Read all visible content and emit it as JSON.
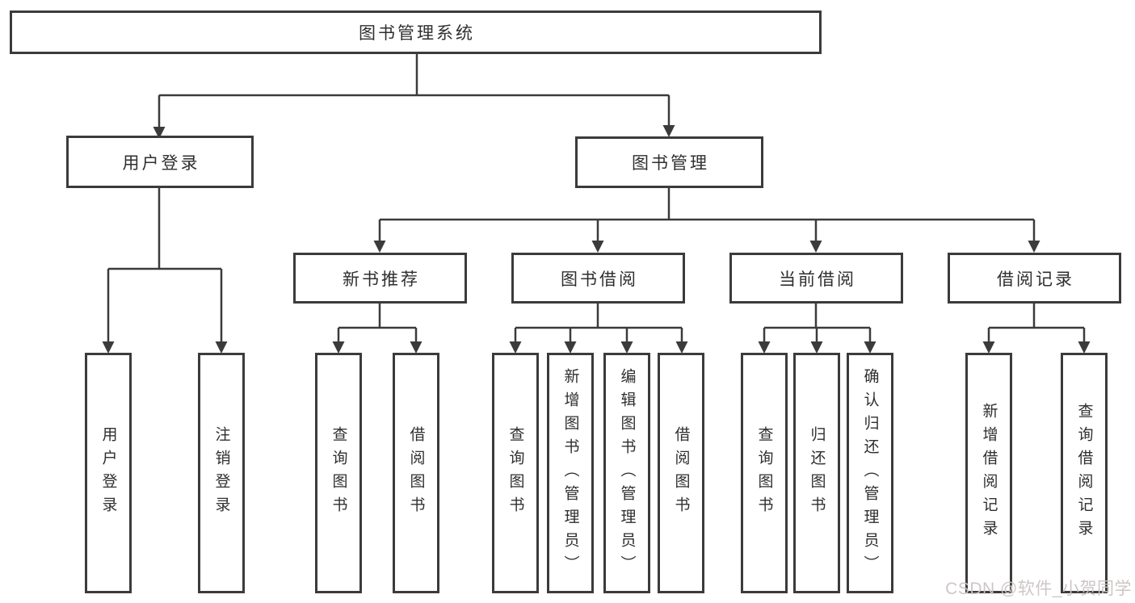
{
  "diagram": {
    "title": "图书管理系统",
    "root": {
      "label": "图书管理系统"
    },
    "level2": [
      {
        "label": "用户登录"
      },
      {
        "label": "图书管理"
      }
    ],
    "level3": [
      {
        "label": "新书推荐"
      },
      {
        "label": "图书借阅"
      },
      {
        "label": "当前借阅"
      },
      {
        "label": "借阅记录"
      }
    ],
    "leaves": [
      {
        "label": "用户登录",
        "parent": "用户登录"
      },
      {
        "label": "注销登录",
        "parent": "用户登录"
      },
      {
        "label": "查询图书",
        "parent": "新书推荐"
      },
      {
        "label": "借阅图书",
        "parent": "新书推荐"
      },
      {
        "label": "查询图书",
        "parent": "图书借阅"
      },
      {
        "label": "新增图书（管理员）",
        "parent": "图书借阅"
      },
      {
        "label": "编辑图书（管理员）",
        "parent": "图书借阅"
      },
      {
        "label": "借阅图书",
        "parent": "图书借阅"
      },
      {
        "label": "查询图书",
        "parent": "当前借阅"
      },
      {
        "label": "归还图书",
        "parent": "当前借阅"
      },
      {
        "label": "确认归还（管理员）",
        "parent": "当前借阅"
      },
      {
        "label": "新增借阅记录",
        "parent": "借阅记录"
      },
      {
        "label": "查询借阅记录",
        "parent": "借阅记录"
      }
    ]
  },
  "watermark": {
    "text": "CSDN @软件_小贺同学"
  },
  "colors": {
    "line": "#3b3b3b",
    "border": "#3b3b3b",
    "text": "#2f2f2f",
    "background": "#ffffff",
    "watermark_text": "#cbc3c3"
  }
}
